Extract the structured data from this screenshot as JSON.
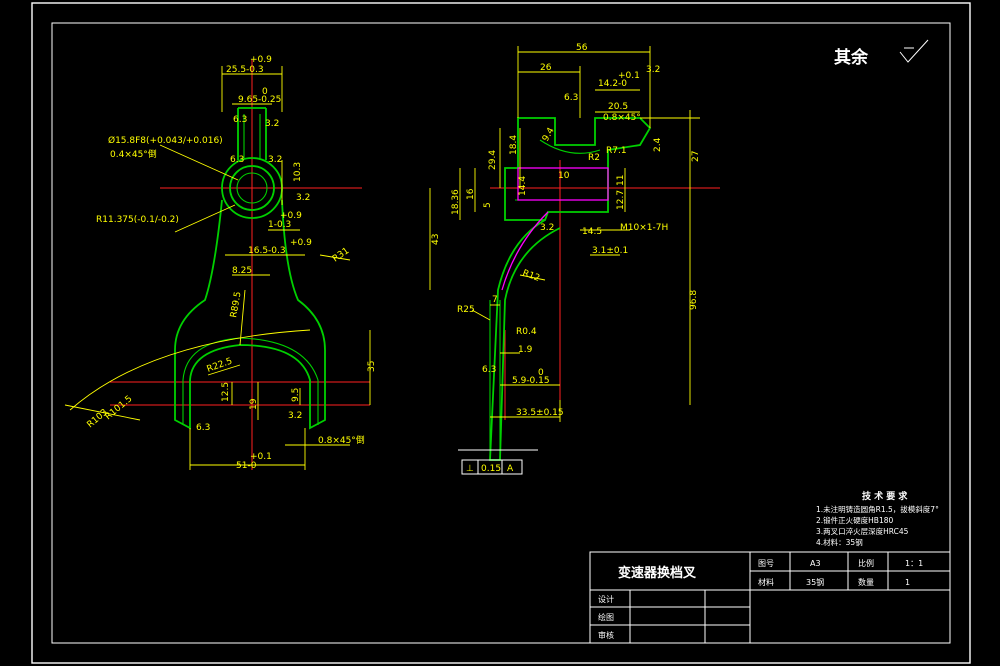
{
  "title_block": {
    "part_name": "变速器换档叉",
    "drawing_no_label": "图号",
    "drawing_no": "A3",
    "scale_label": "比例",
    "scale": "1：1",
    "material_label": "材料",
    "material": "35钢",
    "quantity_label": "数量",
    "quantity": "1",
    "design_label": "设计",
    "draw_label": "绘图",
    "review_label": "审核"
  },
  "roughness_note": "其余",
  "tech_requirements": {
    "title": "技 术 要 求",
    "items": [
      "1.未注明铸造圆角R1.5，拔模斜度7°",
      "2.锻件正火硬度HB180",
      "3.两叉口淬火层深度HRC45",
      "4.材料：35钢"
    ]
  },
  "left_dims": {
    "d1": "25.5-0.3",
    "d1_tol": "+0.9",
    "d2": "9.65-0.25",
    "d2_tol": "0",
    "hole": "Ø15.8F8(+0.043/+0.016)",
    "chamfer": "0.4×45°倒",
    "r_big": "R11.375(-0.1/-0.2)",
    "d3": "10.3",
    "d4": "1-0.3",
    "d4_tol": "+0.9",
    "d5": "16.5-0.3",
    "d5_tol": "+0.9",
    "d6": "8.25",
    "r31": "R31",
    "r89": "R89.5",
    "r22": "R22.5",
    "d7": "12.5",
    "d8": "19",
    "d9": "9.5",
    "d10": "35",
    "r101": "R101.5",
    "r103": "R103",
    "chamfer2": "0.8×45°倒",
    "d11": "51-0",
    "d11_tol": "+0.1",
    "ra_a": "6.3",
    "ra_b": "3.2",
    "ra_c": "6.3",
    "ra_d": "3.2",
    "ra_e": "3.2",
    "ra_f": "6.3",
    "ra_g": "3.2"
  },
  "right_dims": {
    "d1": "56",
    "d2": "26",
    "d3": "14.2-0",
    "d3_tol": "+0.1",
    "d4": "20.5",
    "chamfer": "0.8×45°",
    "d5": "9.4",
    "d6": "R7.1",
    "d7": "R2",
    "d8": "29.4",
    "d9": "18.4",
    "d10": "2.4",
    "d11": "27",
    "d12": "18.36",
    "d13": "16",
    "d14": "14.4",
    "d15": "10",
    "d16": "11",
    "d17": "12.7",
    "d18": "5",
    "d19": "14.5",
    "thread": "M10×1-7H",
    "d20": "3.1±0.1",
    "d21": "43",
    "d22": "96.8",
    "r12": "R12",
    "r25": "R25",
    "d23": "7",
    "r04": "R0.4",
    "d24": "1.9",
    "d25": "5.9-0.15",
    "d25_tol": "0",
    "d26": "33.5±0.15",
    "gdt_sym": "⊥",
    "gdt_val": "0.15",
    "gdt_ref": "A",
    "ra_a": "6.3",
    "ra_b": "3.2",
    "ra_c": "3.2",
    "ra_d": "6.3"
  }
}
